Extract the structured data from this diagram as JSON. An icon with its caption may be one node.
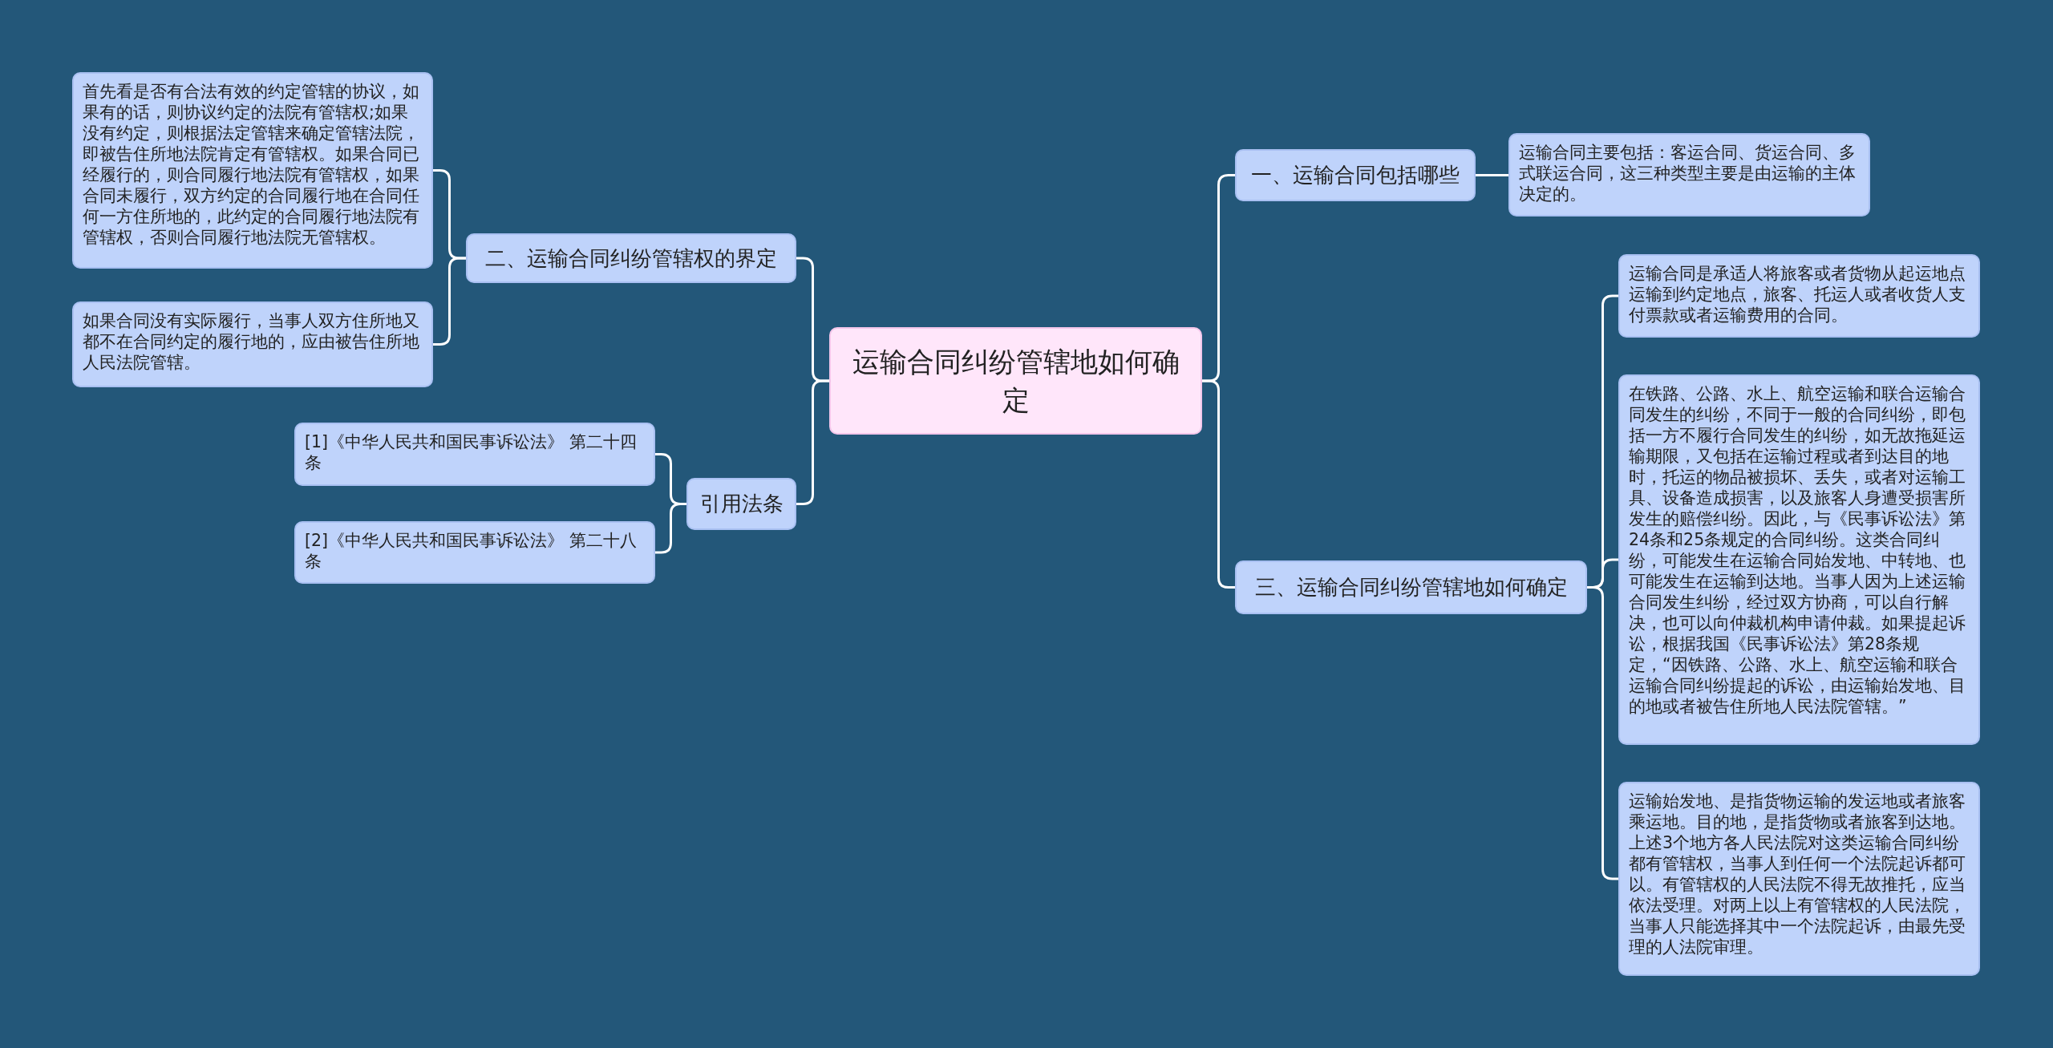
{
  "diagram": {
    "nodes": [
      {
        "text": [
          "运输合同纠纷管辖地如何确定"
        ]
      },
      {
        "text": [
          "一、运输合同包括哪些"
        ]
      },
      {
        "text": [
          "运输合同主要包括：客运合同、货运合同、多式联运合同，这三种类型主要是由运输的主体决定的。"
        ]
      },
      {
        "text": [
          "三、运输合同纠纷管辖地如何确定"
        ]
      },
      {
        "text": [
          "运输合同是承适人将旅客或者货物从起运地点运输到约定地点，旅客、托运人或者收货人支付票款或者运输费用的合同。"
        ]
      },
      {
        "text": [
          "在铁路、公路、水上、航空运输和联合运输合同发生的纠纷，不同于一般的合同纠纷，即包括一方不履行合同发生的纠纷，如无故拖延运输期限，又包括在运输过程或者到达目的地时，托运的物品被损坏、丢失，或者对运输工具、设备造成损害，以及旅客人身遭受损害所发生的赔偿纠纷。因此，与《民事诉讼法》第24条和25条规定的合同纠纷。这类合同纠纷，可能发生在运输合同始发地、中转地、也可能发生在运输到达地。当事人因为上述运输合同发生纠纷，经过双方协商，可以自行解决，也可以向仲裁机构申请仲裁。如果提起诉讼，根据我国《民事诉讼法》第28条规定，“因铁路、公路、水上、航空运输和联合运输合同纠纷提起的诉讼，由运输始发地、目的地或者被告住所地人民法院管辖。”"
        ]
      },
      {
        "text": [
          "运输始发地、是指货物运输的发运地或者旅客乘运地。目的地，是指货物或者旅客到达地。上述3个地方各人民法院对这类运输合同纠纷都有管辖权，当事人到任何一个法院起诉都可以。有管辖权的人民法院不得无故推托，应当依法受理。对两上以上有管辖权的人民法院，当事人只能选择其中一个法院起诉，由最先受理的人法院审理。"
        ]
      },
      {
        "text": [
          "二、运输合同纠纷管辖权的界定"
        ]
      },
      {
        "text": [
          "首先看是否有合法有效的约定管辖的协议，如果有的话，则协议约定的法院有管辖权;如果没有约定，则根据法定管辖来确定管辖法院，即被告住所地法院肯定有管辖权。如果合同已经履行的，则合同履行地法院有管辖权，如果合同未履行，双方约定的合同履行地在合同任何一方住所地的，此约定的合同履行地法院有管辖权，否则合同履行地法院无管辖权。"
        ]
      },
      {
        "text": [
          "如果合同没有实际履行，当事人双方住所地又都不在合同约定的履行地的，应由被告住所地人民法院管辖。"
        ]
      },
      {
        "text": [
          "引用法条"
        ]
      },
      {
        "text": [
          "[1]《中华人民共和国民事诉讼法》 第二十四条"
        ]
      },
      {
        "text": [
          "[2]《中华人民共和国民事诉讼法》 第二十八条"
        ]
      }
    ],
    "edges": [
      {
        "from": 0,
        "to": 1,
        "arrow": "none"
      },
      {
        "from": 1,
        "to": 2,
        "arrow": "none"
      },
      {
        "from": 0,
        "to": 3,
        "arrow": "none"
      },
      {
        "from": 3,
        "to": 4,
        "arrow": "none"
      },
      {
        "from": 3,
        "to": 5,
        "arrow": "none"
      },
      {
        "from": 3,
        "to": 6,
        "arrow": "none"
      },
      {
        "from": 0,
        "to": 7,
        "arrow": "none"
      },
      {
        "from": 7,
        "to": 8,
        "arrow": "none"
      },
      {
        "from": 7,
        "to": 9,
        "arrow": "none"
      },
      {
        "from": 0,
        "to": 10,
        "arrow": "none"
      },
      {
        "from": 10,
        "to": 11,
        "arrow": "none"
      },
      {
        "from": 10,
        "to": 12,
        "arrow": "none"
      }
    ]
  }
}
